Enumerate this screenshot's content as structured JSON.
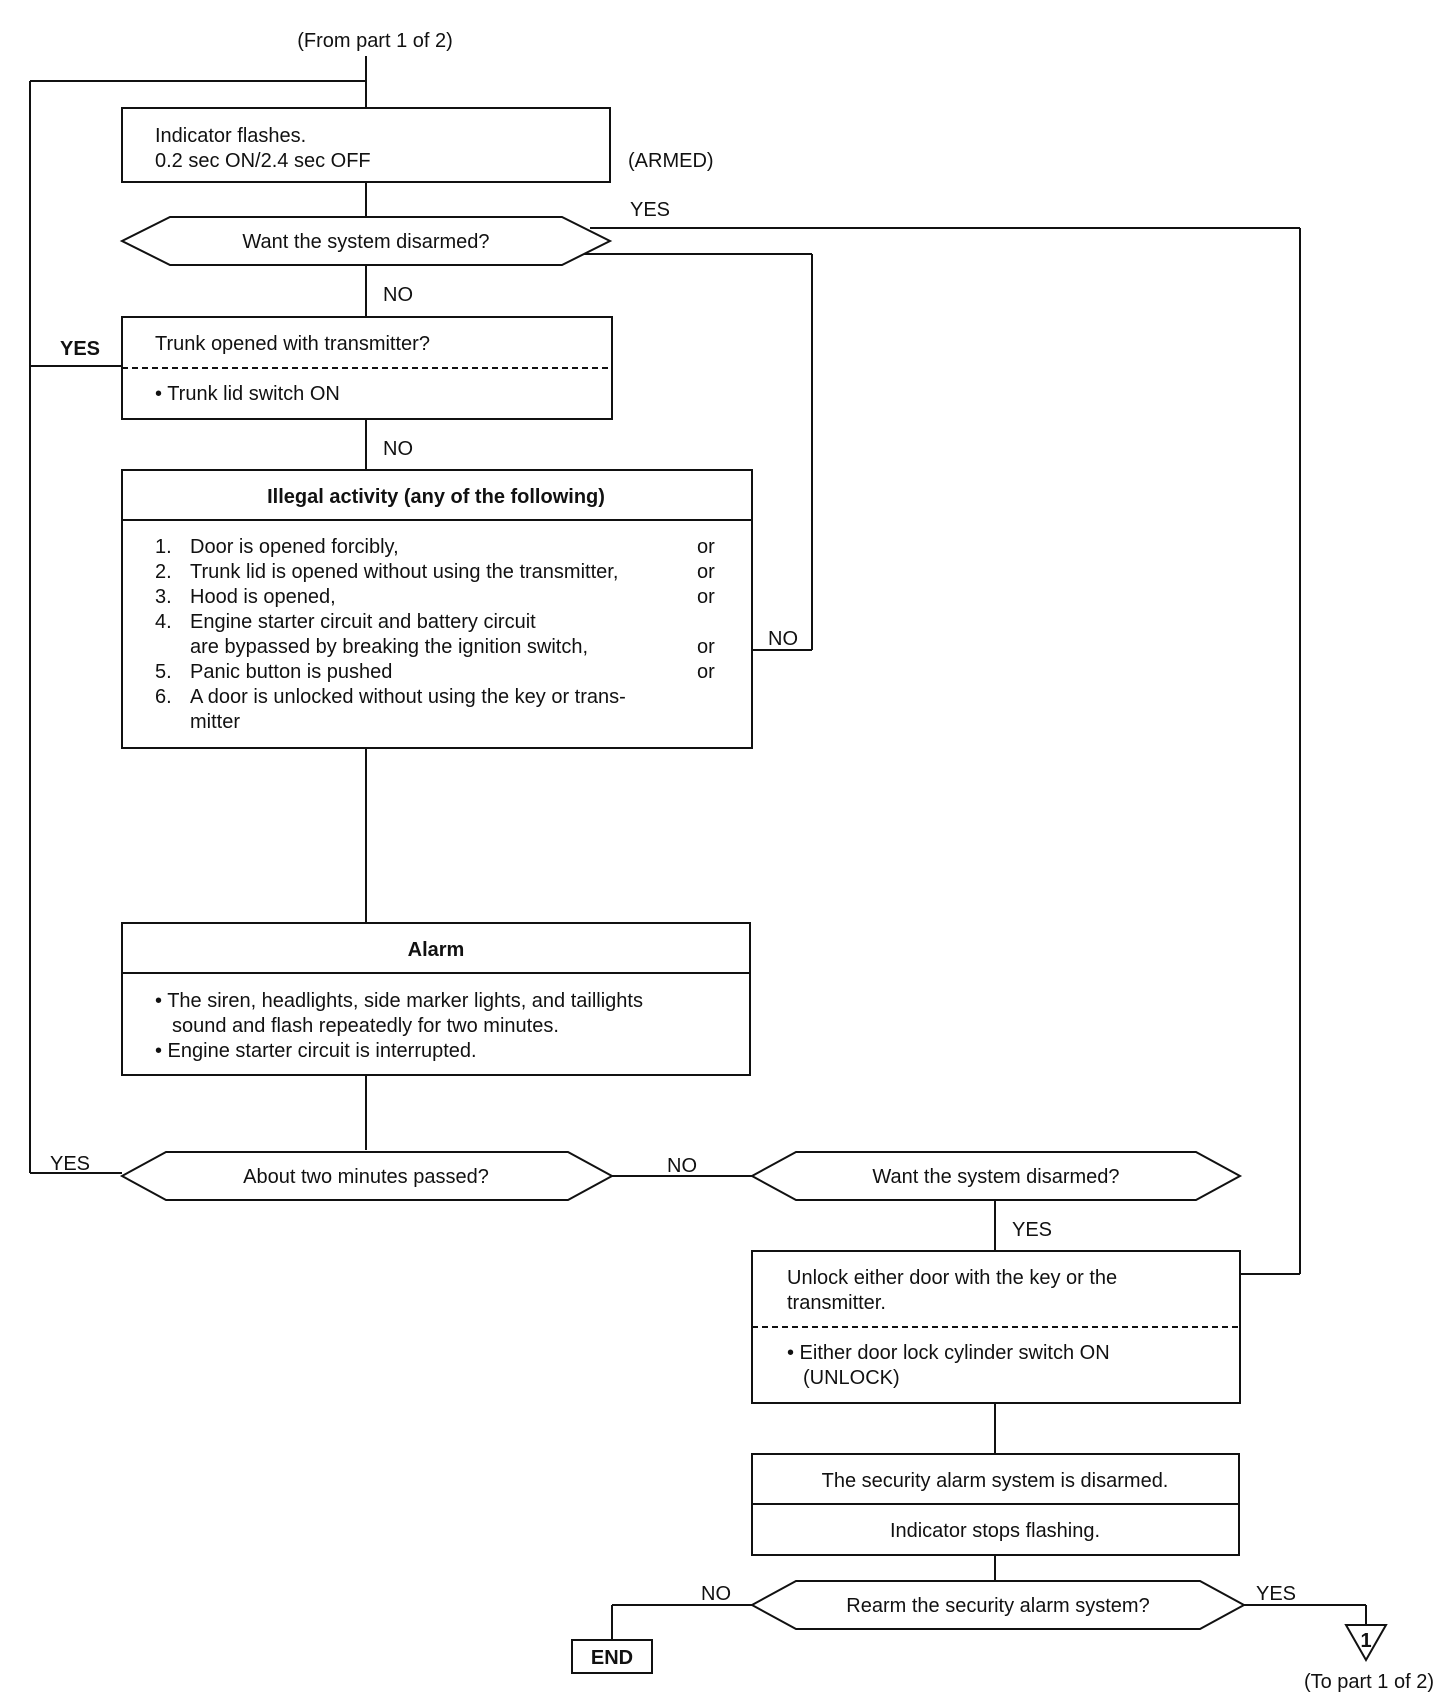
{
  "connectors": {
    "from_part": "(From part 1 of 2)",
    "to_part": "(To part 1 of 2)",
    "to_marker": "1"
  },
  "indicator_box": {
    "line1": "Indicator flashes.",
    "line2": "0.2 sec ON/2.4 sec OFF",
    "state": "(ARMED)"
  },
  "decision_disarm_1": {
    "label": "Want the system disarmed?",
    "yes": "YES",
    "no": "NO"
  },
  "trunk_box": {
    "question": "Trunk opened with transmitter?",
    "condition": "• Trunk lid switch ON",
    "yes": "YES",
    "no": "NO"
  },
  "illegal_box": {
    "title": "Illegal activity (any of the following)",
    "items": [
      {
        "num": "1.",
        "line1": "Door is opened forcibly,",
        "line2": "",
        "suffix": "or"
      },
      {
        "num": "2.",
        "line1": "Trunk lid is opened without using the transmitter,",
        "line2": "",
        "suffix": "or"
      },
      {
        "num": "3.",
        "line1": "Hood is opened,",
        "line2": "",
        "suffix": "or"
      },
      {
        "num": "4.",
        "line1": "Engine starter circuit and battery circuit",
        "line2": "are bypassed by breaking the ignition switch,",
        "suffix": "or"
      },
      {
        "num": "5.",
        "line1": "Panic button is pushed",
        "line2": "",
        "suffix": "or"
      },
      {
        "num": "6.",
        "line1": "A door is unlocked without using the key or trans-",
        "line2": "mitter",
        "suffix": ""
      }
    ],
    "no_label": "NO"
  },
  "alarm_box": {
    "title": "Alarm",
    "line1": "• The siren, headlights, side marker lights, and taillights",
    "line2": "sound and flash repeatedly for two minutes.",
    "line3": "• Engine starter circuit is interrupted."
  },
  "decision_two_min": {
    "label": "About two minutes passed?",
    "yes": "YES",
    "no": "NO"
  },
  "decision_disarm_2": {
    "label": "Want the system disarmed?",
    "yes": "YES"
  },
  "unlock_box": {
    "line1": "Unlock either door with the key or the",
    "line2": "transmitter.",
    "cond1": "• Either door lock cylinder switch ON",
    "cond2": "(UNLOCK)"
  },
  "disarmed_box": {
    "line1": "The security alarm system is disarmed.",
    "line2": "Indicator stops flashing."
  },
  "decision_rearm": {
    "label": "Rearm the security alarm system?",
    "yes": "YES",
    "no": "NO"
  },
  "end_label": "END"
}
